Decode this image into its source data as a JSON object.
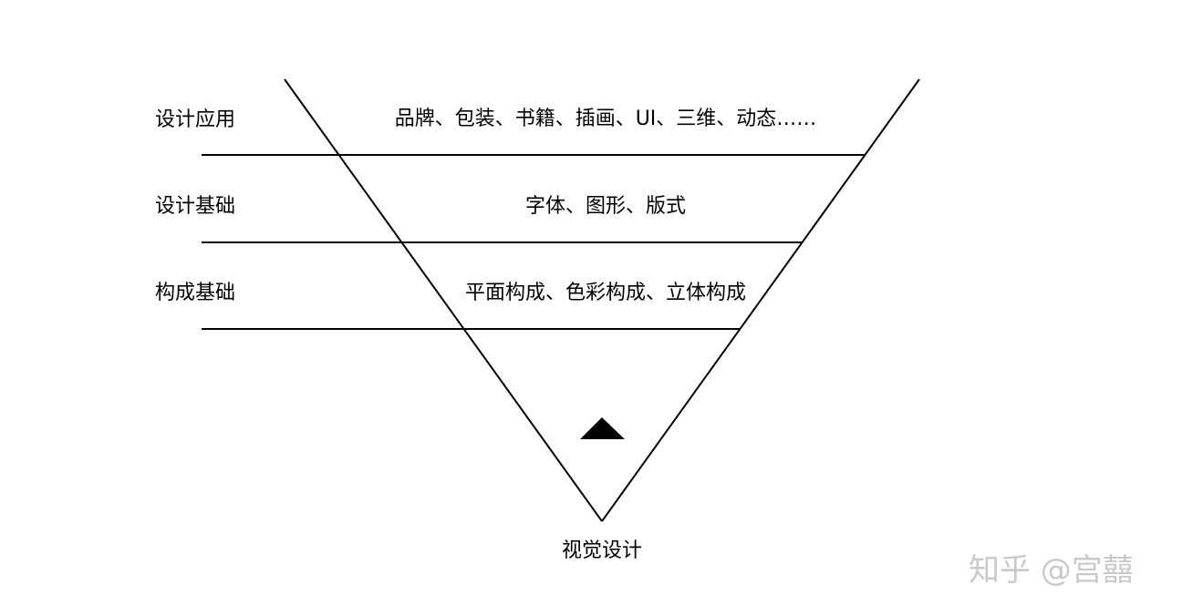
{
  "layers": [
    {
      "label": "设计应用",
      "content": "品牌、包装、书籍、插画、UI、三维、动态……"
    },
    {
      "label": "设计基础",
      "content": "字体、图形、版式"
    },
    {
      "label": "构成基础",
      "content": "平面构成、色彩构成、立体构成"
    }
  ],
  "bottom_caption": "视觉设计",
  "watermark": "知乎 @宫囍",
  "colors": {
    "line": "#000000",
    "background": "#ffffff",
    "watermark": "#c9c9c9"
  }
}
